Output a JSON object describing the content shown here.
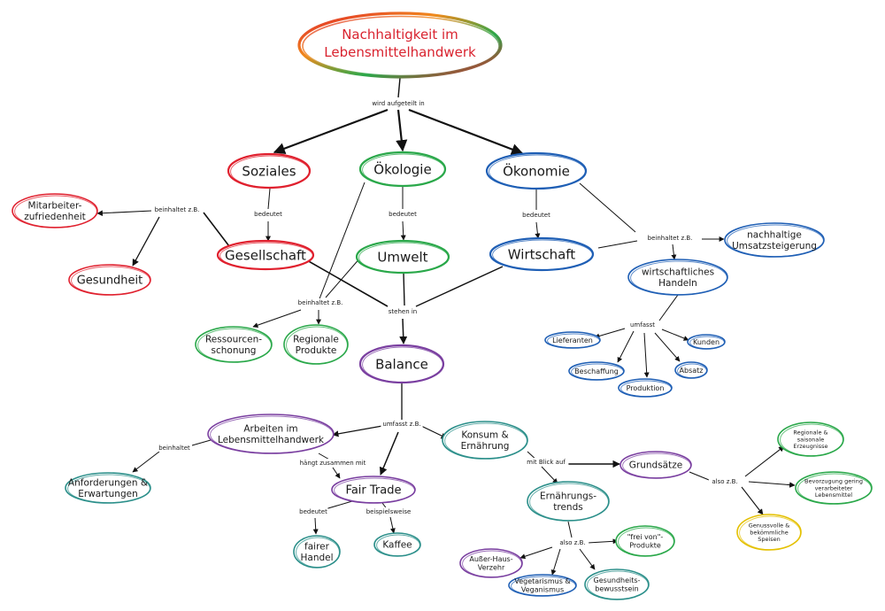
{
  "title": {
    "line1": "Nachhaltigkeit im",
    "line2": "Lebensmittelhandwerk"
  },
  "colors": {
    "red": "#e0202e",
    "green": "#2aa84a",
    "blue": "#1f5fb5",
    "violet": "#7a3fa0",
    "teal": "#2b8f8a",
    "yellow": "#e4c000",
    "orange": "#f08a1c",
    "title_text": "#d9232f",
    "ink": "#111111"
  },
  "nodes": [
    {
      "id": "soziales",
      "lines": [
        "Soziales"
      ],
      "color": "red",
      "size": "lg"
    },
    {
      "id": "oekologie",
      "lines": [
        "Ökologie"
      ],
      "color": "green",
      "size": "lg"
    },
    {
      "id": "oekonomie",
      "lines": [
        "Ökonomie"
      ],
      "color": "blue",
      "size": "lg"
    },
    {
      "id": "mitarbeiter",
      "lines": [
        "Mitarbeiter-",
        "zufriedenheit"
      ],
      "color": "red",
      "size": "sm"
    },
    {
      "id": "gesundheit",
      "lines": [
        "Gesundheit"
      ],
      "color": "red",
      "size": "md"
    },
    {
      "id": "gesellschaft",
      "lines": [
        "Gesellschaft"
      ],
      "color": "red",
      "size": "lg"
    },
    {
      "id": "umwelt",
      "lines": [
        "Umwelt"
      ],
      "color": "green",
      "size": "lg"
    },
    {
      "id": "wirtschaft",
      "lines": [
        "Wirtschaft"
      ],
      "color": "blue",
      "size": "lg"
    },
    {
      "id": "nachhaltige",
      "lines": [
        "nachhaltige",
        "Umsatzsteigerung"
      ],
      "color": "blue",
      "size": "sm"
    },
    {
      "id": "wirtsch_handeln",
      "lines": [
        "wirtschaftliches",
        "Handeln"
      ],
      "color": "blue",
      "size": "sm"
    },
    {
      "id": "ressourcen",
      "lines": [
        "Ressourcen-",
        "schonung"
      ],
      "color": "green",
      "size": "sm"
    },
    {
      "id": "regionale",
      "lines": [
        "Regionale",
        "Produkte"
      ],
      "color": "green",
      "size": "sm"
    },
    {
      "id": "balance",
      "lines": [
        "Balance"
      ],
      "color": "violet",
      "size": "lg"
    },
    {
      "id": "lieferanten",
      "lines": [
        "Lieferanten"
      ],
      "color": "blue",
      "size": "xs"
    },
    {
      "id": "kunden",
      "lines": [
        "Kunden"
      ],
      "color": "blue",
      "size": "xs"
    },
    {
      "id": "beschaffung",
      "lines": [
        "Beschaffung"
      ],
      "color": "blue",
      "size": "xs"
    },
    {
      "id": "absatz",
      "lines": [
        "Absatz"
      ],
      "color": "blue",
      "size": "xs"
    },
    {
      "id": "produktion",
      "lines": [
        "Produktion"
      ],
      "color": "blue",
      "size": "xs"
    },
    {
      "id": "arbeiten",
      "lines": [
        "Arbeiten im",
        "Lebensmittelhandwerk"
      ],
      "color": "violet",
      "size": "sm"
    },
    {
      "id": "konsum",
      "lines": [
        "Konsum &",
        "Ernährung"
      ],
      "color": "teal",
      "size": "sm"
    },
    {
      "id": "anforderungen",
      "lines": [
        "Anforderungen &",
        "Erwartungen"
      ],
      "color": "teal",
      "size": "sm"
    },
    {
      "id": "fairtrade",
      "lines": [
        "Fair Trade"
      ],
      "color": "violet",
      "size": "md"
    },
    {
      "id": "grundsaetze",
      "lines": [
        "Grundsätze"
      ],
      "color": "violet",
      "size": "sm"
    },
    {
      "id": "ernaehrungstrends",
      "lines": [
        "Ernährungs-",
        "trends"
      ],
      "color": "teal",
      "size": "sm"
    },
    {
      "id": "regional_saisonal",
      "lines": [
        "Regionale &",
        "saisonale",
        "Erzeugnisse"
      ],
      "color": "green",
      "size": "xxs"
    },
    {
      "id": "bevorzugung",
      "lines": [
        "Bevorzugung gering",
        "verarbeiteter",
        "Lebensmittel"
      ],
      "color": "green",
      "size": "xxs"
    },
    {
      "id": "genussvolle",
      "lines": [
        "Genussvolle &",
        "bekömmliche",
        "Speisen"
      ],
      "color": "yellow",
      "size": "xxs"
    },
    {
      "id": "fairer_handel",
      "lines": [
        "fairer",
        "Handel"
      ],
      "color": "teal",
      "size": "sm"
    },
    {
      "id": "kaffee",
      "lines": [
        "Kaffee"
      ],
      "color": "teal",
      "size": "sm"
    },
    {
      "id": "frei_von",
      "lines": [
        "\"frei von\"-",
        "Produkte"
      ],
      "color": "green",
      "size": "xs"
    },
    {
      "id": "ausser_haus",
      "lines": [
        "Außer-Haus-",
        "Verzehr"
      ],
      "color": "violet",
      "size": "xs"
    },
    {
      "id": "vegetarismus",
      "lines": [
        "Vegetarismus &",
        "Veganismus"
      ],
      "color": "blue",
      "size": "xs"
    },
    {
      "id": "gesundheitsbewusstsein",
      "lines": [
        "Gesundheits-",
        "bewusstsein"
      ],
      "color": "teal",
      "size": "xs"
    }
  ],
  "edge_labels": [
    {
      "id": "l_aufgeteilt",
      "text": "wird aufgeteilt in"
    },
    {
      "id": "l_bein_soz",
      "text": "beinhaltet z.B."
    },
    {
      "id": "l_bed_soz",
      "text": "bedeutet"
    },
    {
      "id": "l_bed_oeko",
      "text": "bedeutet"
    },
    {
      "id": "l_bed_oekon",
      "text": "bedeutet"
    },
    {
      "id": "l_bein_oekon",
      "text": "beinhaltet z.B."
    },
    {
      "id": "l_bein_oeko",
      "text": "beinhaltet z.B."
    },
    {
      "id": "l_stehen",
      "text": "stehen in"
    },
    {
      "id": "l_umfasst1",
      "text": "umfasst"
    },
    {
      "id": "l_umfasst2",
      "text": "umfasst z.B."
    },
    {
      "id": "l_bein_arb",
      "text": "beinhaltet"
    },
    {
      "id": "l_haengt",
      "text": "hängt zusammen mit"
    },
    {
      "id": "l_blick",
      "text": "mit Blick auf"
    },
    {
      "id": "l_also1",
      "text": "also z.B."
    },
    {
      "id": "l_bed_fair",
      "text": "bedeutet"
    },
    {
      "id": "l_beispiel",
      "text": "beispielsweise"
    },
    {
      "id": "l_also2",
      "text": "also z.B."
    }
  ]
}
